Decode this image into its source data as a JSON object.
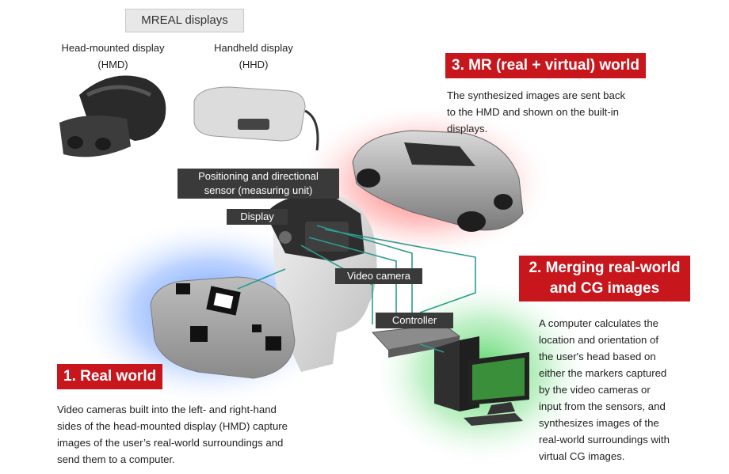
{
  "displays": {
    "title": "MREAL displays",
    "hmd_line1": "Head-mounted display",
    "hmd_line2": "(HMD)",
    "hhd_line1": "Handheld display",
    "hhd_line2": "(HHD)"
  },
  "labels": {
    "sensor_line1": "Positioning and directional",
    "sensor_line2": "sensor (measuring unit)",
    "display": "Display",
    "video_camera": "Video camera",
    "controller": "Controller"
  },
  "section1": {
    "heading": "1. Real world",
    "lines": [
      "Video cameras built into the left- and right-hand",
      "sides of the head-mounted display (HMD) capture",
      "images of the user’s real-world surroundings and",
      "send them to a computer."
    ]
  },
  "section2": {
    "heading_line1": "2. Merging real-world",
    "heading_line2": "and CG images",
    "lines": [
      "A computer calculates the",
      "location and orientation of",
      "the user's head based on",
      "either the markers captured",
      "by the video cameras or",
      "input from the sensors, and",
      "synthesizes images of the",
      "real-world surroundings with",
      "virtual CG images."
    ]
  },
  "section3": {
    "heading": "3. MR (real + virtual) world",
    "lines": [
      "The synthesized images are sent back",
      "to the HMD and shown on the built-in",
      "displays."
    ]
  },
  "colors": {
    "heading_red": "#c8161d",
    "label_dark": "#3a3a3a",
    "glow_blue": "#3a7bff",
    "glow_green": "#2ecc40",
    "glow_red": "#ff3b3b",
    "connector": "#2a9d8f"
  },
  "icons": [
    "hmd-device-icon",
    "hhd-device-icon",
    "user-head-icon",
    "real-object-icon",
    "virtual-car-icon",
    "computer-icon",
    "controller-icon"
  ]
}
